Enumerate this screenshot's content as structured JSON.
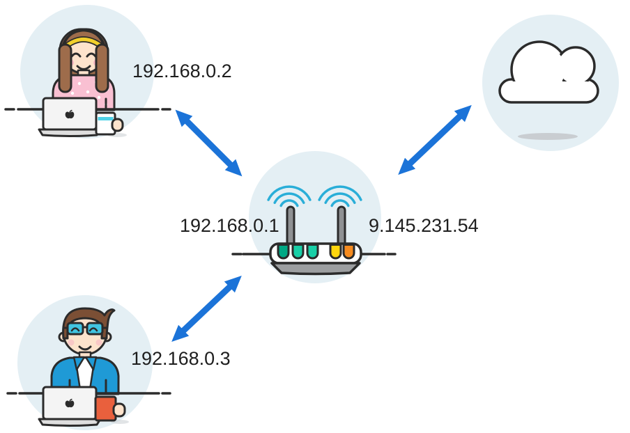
{
  "diagram": {
    "type": "home-network-topology",
    "nodes": [
      {
        "id": "client1",
        "kind": "workstation",
        "icon": "woman-at-laptop-icon",
        "ip": "192.168.0.2"
      },
      {
        "id": "client2",
        "kind": "workstation",
        "icon": "man-at-laptop-icon",
        "ip": "192.168.0.3"
      },
      {
        "id": "router",
        "kind": "wifi-router",
        "icon": "wifi-router-icon",
        "lan_ip": "192.168.0.1",
        "wan_ip": "9.145.231.54"
      },
      {
        "id": "internet",
        "kind": "cloud",
        "icon": "cloud-icon"
      }
    ],
    "links": [
      {
        "from": "client1",
        "to": "router",
        "style": "double-headed-arrow"
      },
      {
        "from": "client2",
        "to": "router",
        "style": "double-headed-arrow"
      },
      {
        "from": "router",
        "to": "internet",
        "style": "double-headed-arrow"
      }
    ]
  },
  "colors": {
    "ink": "#2b2b2b",
    "label": "#1e1e1e",
    "arrow": "#1b73d8",
    "circle_bg": "#e4eff4",
    "wifi": "#2aaed8",
    "skin": "#fde3cc",
    "blush": "#f7b6c2",
    "hair_woman": "#9e6c4b",
    "headband": "#f2d02c",
    "sweater": "#f9c0d2",
    "dot": "#ffffff",
    "hair_man": "#7b4f35",
    "glasses": "#41c4e1",
    "jacket": "#1f9ad6",
    "shirt": "#ffffff",
    "laptop": "#f4f4f4",
    "laptop_base": "#dedede",
    "mug_white": "#ffffff",
    "mug_stripe_cyan": "#4fd2e8",
    "mug_orange": "#e9603d",
    "mug_stripe_green": "#8fd168",
    "antenna": "#8f9193",
    "router_body": "#ffffff",
    "router_base": "#9c9ea0",
    "light_green": "#00a884",
    "light_teal": "#19cfa7",
    "light_yellow": "#ffd60d",
    "light_orange": "#f68b1f",
    "cloud": "#ffffff",
    "shadow": "#c9cdd1"
  }
}
